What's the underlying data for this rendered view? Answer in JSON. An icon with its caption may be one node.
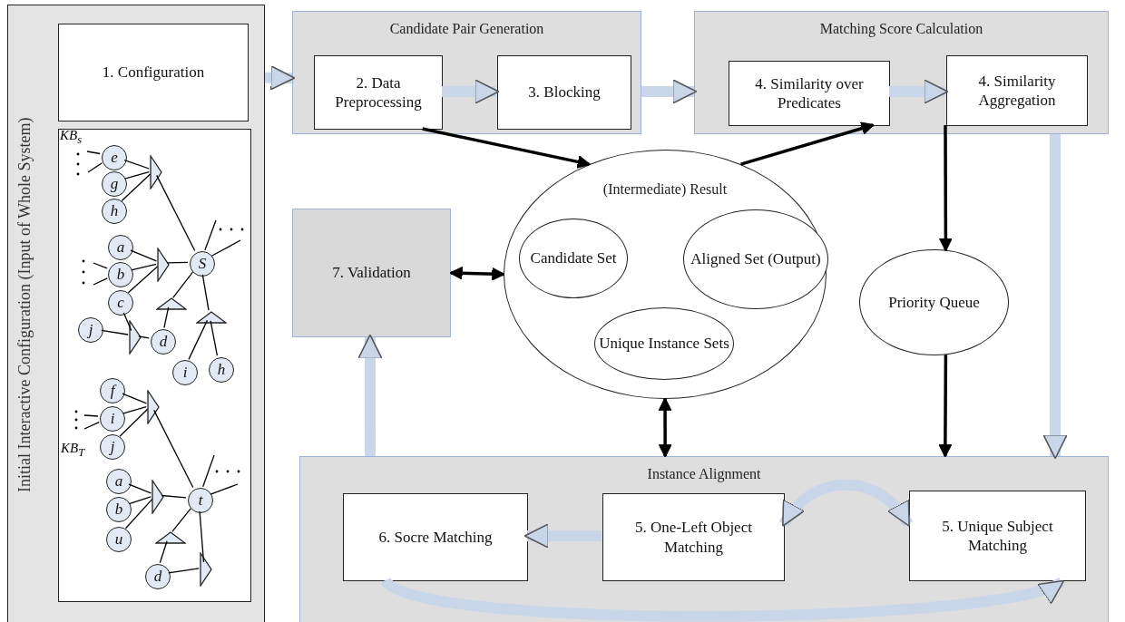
{
  "diagram": {
    "nodes": [
      {
        "text": [
          "Initial Interactive Configuration (Input of Whole System)"
        ]
      },
      {
        "text": [
          "1. Configuration"
        ],
        "in": 0
      },
      {
        "text": [],
        "shape": "box",
        "in": 0
      },
      {
        "text": [
          "Candidate Pair Generation"
        ]
      },
      {
        "text": [
          "2. Data Preprocessing"
        ],
        "in": 3
      },
      {
        "text": [
          "3. Blocking"
        ],
        "in": 3
      },
      {
        "text": [
          "Matching Score Calculation"
        ]
      },
      {
        "text": [
          "4. Similarity over Predicates"
        ],
        "in": 6
      },
      {
        "text": [
          "4. Similarity Aggregation"
        ],
        "in": 6
      },
      {
        "text": [
          "(Intermediate) Result"
        ]
      },
      {
        "text": [
          "Candidate Set"
        ],
        "in": 9
      },
      {
        "text": [
          "Aligned Set (Output)"
        ],
        "in": 9
      },
      {
        "text": [
          "Unique Instance Sets"
        ],
        "in": 9
      },
      {
        "text": [
          "7. Validation"
        ]
      },
      {
        "text": [
          "Priority Queue"
        ]
      },
      {
        "text": [
          "Instance Alignment"
        ]
      },
      {
        "text": [
          "6. Socre Matching"
        ],
        "in": 15
      },
      {
        "text": [
          "5. One-Left Object Matching"
        ],
        "in": 15
      },
      {
        "text": [
          "5. Unique Subject Matching"
        ],
        "in": 15
      },
      {
        "text": [
          "e"
        ],
        "in": 2
      },
      {
        "text": [
          "g"
        ],
        "in": 2
      },
      {
        "text": [
          "h"
        ],
        "in": 2
      },
      {
        "text": [],
        "shape": "triangle",
        "in": 2
      },
      {
        "text": [
          "a"
        ],
        "in": 2
      },
      {
        "text": [
          "b"
        ],
        "in": 2
      },
      {
        "text": [
          "c"
        ],
        "in": 2
      },
      {
        "text": [
          "S"
        ],
        "in": 2
      },
      {
        "text": [],
        "shape": "triangle",
        "in": 2
      },
      {
        "text": [
          "j"
        ],
        "in": 2
      },
      {
        "text": [],
        "shape": "triangle",
        "in": 2
      },
      {
        "text": [],
        "shape": "triangle",
        "in": 2
      },
      {
        "text": [
          "d"
        ],
        "in": 2
      },
      {
        "text": [],
        "shape": "triangle",
        "in": 2
      },
      {
        "text": [
          "i"
        ],
        "in": 2
      },
      {
        "text": [
          "h"
        ],
        "in": 2
      },
      {
        "text": [
          "f"
        ],
        "in": 2
      },
      {
        "text": [
          "i"
        ],
        "in": 2
      },
      {
        "text": [
          "j"
        ],
        "in": 2
      },
      {
        "text": [],
        "shape": "triangle",
        "in": 2
      },
      {
        "text": [
          "a"
        ],
        "in": 2
      },
      {
        "text": [
          "b"
        ],
        "in": 2
      },
      {
        "text": [
          "u"
        ],
        "in": 2
      },
      {
        "text": [
          "t"
        ],
        "in": 2
      },
      {
        "text": [],
        "shape": "triangle",
        "in": 2
      },
      {
        "text": [],
        "shape": "triangle",
        "in": 2
      },
      {
        "text": [
          "d"
        ],
        "in": 2
      },
      {
        "text": [],
        "shape": "triangle",
        "in": 2
      }
    ],
    "edges": [
      {
        "from": 0,
        "to": 3,
        "arrow": "to",
        "style": "thick",
        "color": "#c9d6ea"
      },
      {
        "from": 4,
        "to": 5,
        "arrow": "to",
        "style": "thick",
        "color": "#c9d6ea"
      },
      {
        "from": 3,
        "to": 6,
        "arrow": "to",
        "style": "thick",
        "color": "#c9d6ea"
      },
      {
        "from": 7,
        "to": 8,
        "arrow": "to",
        "style": "thick",
        "color": "#c9d6ea"
      },
      {
        "from": 4,
        "to": 9,
        "arrow": "to",
        "style": "thick"
      },
      {
        "from": 9,
        "to": 7,
        "arrow": "to",
        "style": "thick"
      },
      {
        "from": 8,
        "to": 14,
        "arrow": "to",
        "style": "thick"
      },
      {
        "from": 6,
        "to": 15,
        "arrow": "to",
        "style": "thick",
        "color": "#c9d6ea"
      },
      {
        "from": 13,
        "to": 9,
        "arrow": "both",
        "style": "thick"
      },
      {
        "from": 14,
        "to": 15,
        "arrow": "to",
        "style": "thick"
      },
      {
        "from": 9,
        "to": 15,
        "arrow": "both",
        "style": "thick"
      },
      {
        "from": 15,
        "to": 13,
        "arrow": "to",
        "style": "thick",
        "color": "#c9d6ea"
      },
      {
        "from": 17,
        "to": 16,
        "arrow": "to",
        "style": "thick",
        "color": "#c9d6ea"
      },
      {
        "from": 17,
        "to": 18,
        "arrow": "both",
        "style": "thick",
        "color": "#c9d6ea"
      },
      {
        "from": 16,
        "to": 18,
        "arrow": "to",
        "style": "thick",
        "color": "#c9d6ea"
      },
      {
        "from": 19,
        "to": 22,
        "arrow": "none"
      },
      {
        "from": 20,
        "to": 22,
        "arrow": "none"
      },
      {
        "from": 21,
        "to": 22,
        "arrow": "none"
      },
      {
        "from": 22,
        "to": 26,
        "arrow": "none"
      },
      {
        "from": 23,
        "to": 27,
        "arrow": "none"
      },
      {
        "from": 24,
        "to": 27,
        "arrow": "none"
      },
      {
        "from": 25,
        "to": 27,
        "arrow": "none"
      },
      {
        "from": 27,
        "to": 26,
        "arrow": "none"
      },
      {
        "from": 28,
        "to": 29,
        "arrow": "none"
      },
      {
        "from": 25,
        "to": 29,
        "arrow": "none"
      },
      {
        "from": 29,
        "to": 31,
        "arrow": "none"
      },
      {
        "from": 26,
        "to": 30,
        "arrow": "none"
      },
      {
        "from": 31,
        "to": 30,
        "arrow": "none"
      },
      {
        "from": 26,
        "to": 32,
        "arrow": "none"
      },
      {
        "from": 33,
        "to": 32,
        "arrow": "none"
      },
      {
        "from": 34,
        "to": 32,
        "arrow": "none"
      },
      {
        "from": null,
        "to": 19,
        "arrow": "none"
      },
      {
        "from": null,
        "to": 19,
        "arrow": "none"
      },
      {
        "from": null,
        "to": 24,
        "arrow": "none"
      },
      {
        "from": null,
        "to": 24,
        "arrow": "none"
      },
      {
        "from": 26,
        "to": null,
        "arrow": "none"
      },
      {
        "from": 26,
        "to": null,
        "arrow": "none"
      },
      {
        "from": 35,
        "to": 38,
        "arrow": "none"
      },
      {
        "from": 36,
        "to": 38,
        "arrow": "none"
      },
      {
        "from": 37,
        "to": 38,
        "arrow": "none"
      },
      {
        "from": 38,
        "to": 42,
        "arrow": "none"
      },
      {
        "from": 39,
        "to": 43,
        "arrow": "none"
      },
      {
        "from": 40,
        "to": 43,
        "arrow": "none"
      },
      {
        "from": 41,
        "to": 43,
        "arrow": "none"
      },
      {
        "from": 43,
        "to": 42,
        "arrow": "none"
      },
      {
        "from": 42,
        "to": 44,
        "arrow": "none"
      },
      {
        "from": 45,
        "to": 44,
        "arrow": "none"
      },
      {
        "from": 45,
        "to": 46,
        "arrow": "none"
      },
      {
        "from": 42,
        "to": 46,
        "arrow": "none"
      },
      {
        "from": null,
        "to": 36,
        "arrow": "none"
      },
      {
        "from": null,
        "to": 36,
        "arrow": "none"
      },
      {
        "from": 42,
        "to": null,
        "arrow": "none"
      },
      {
        "from": 42,
        "to": null,
        "arrow": "none"
      }
    ],
    "labels": [
      "KB$_{s}$",
      "KB$_{T}$"
    ]
  }
}
